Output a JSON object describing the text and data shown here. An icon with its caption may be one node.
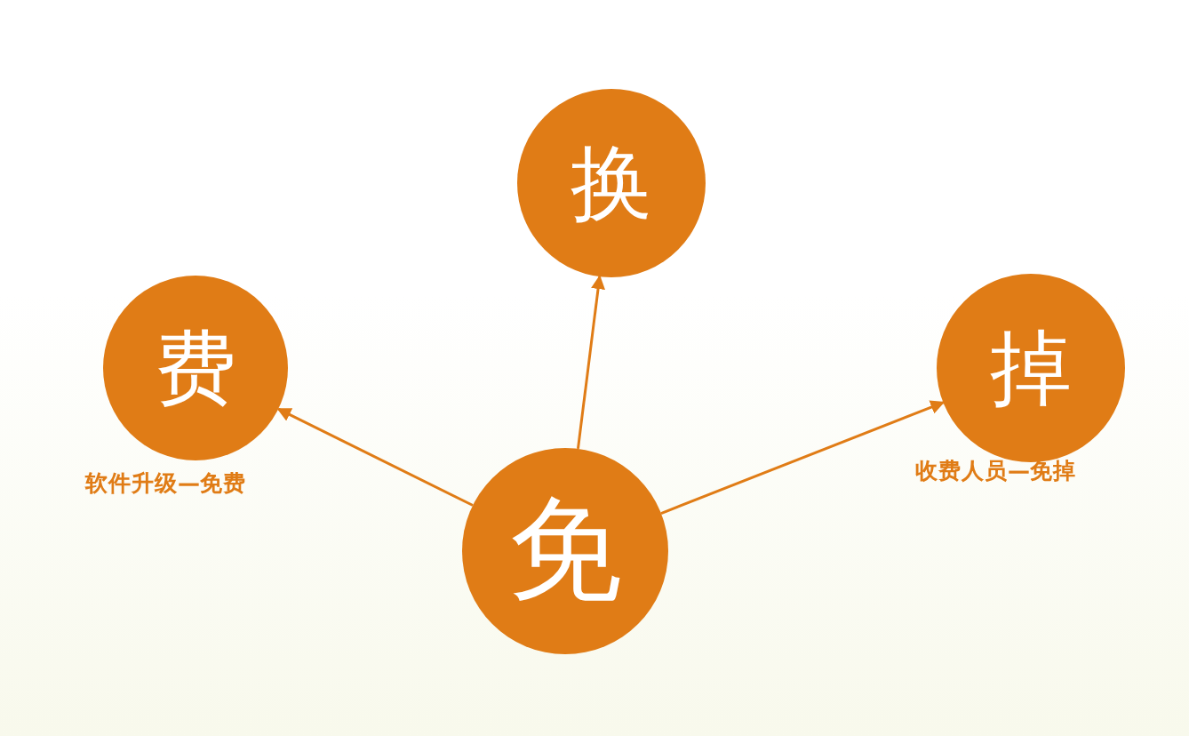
{
  "diagram": {
    "nodes": [
      {
        "text": [
          "免"
        ]
      },
      {
        "text": [
          "换"
        ]
      },
      {
        "text": [
          "费"
        ],
        "beside": [
          "软件升级—免费"
        ]
      },
      {
        "text": [
          "掉"
        ],
        "beside": [
          "收费人员—免掉"
        ]
      }
    ],
    "edges": [
      {
        "from": 0,
        "to": 1,
        "arrow": "to"
      },
      {
        "from": 0,
        "to": 2,
        "arrow": "to"
      },
      {
        "from": 0,
        "to": 3,
        "arrow": "to"
      }
    ]
  }
}
